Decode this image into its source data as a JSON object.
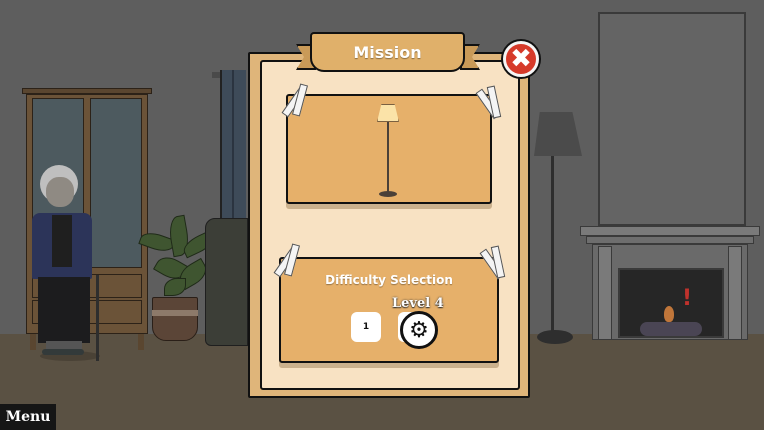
{
  "mission_panel": {
    "title": "Mission",
    "close_icon": "close-x-icon",
    "target_item": "floor-lamp",
    "difficulty": {
      "title": "Difficulty Selection",
      "level_label": "Level 4",
      "level_button_1": "1",
      "settings_icon": "gear-icon"
    }
  },
  "hud": {
    "menu_label": "Menu"
  },
  "colors": {
    "panel_outer": "#dfb57a",
    "panel_inner": "#f8e2c3",
    "card": "#e6b06a",
    "close_red": "#d63a2a",
    "alert_red": "#c0322c"
  }
}
